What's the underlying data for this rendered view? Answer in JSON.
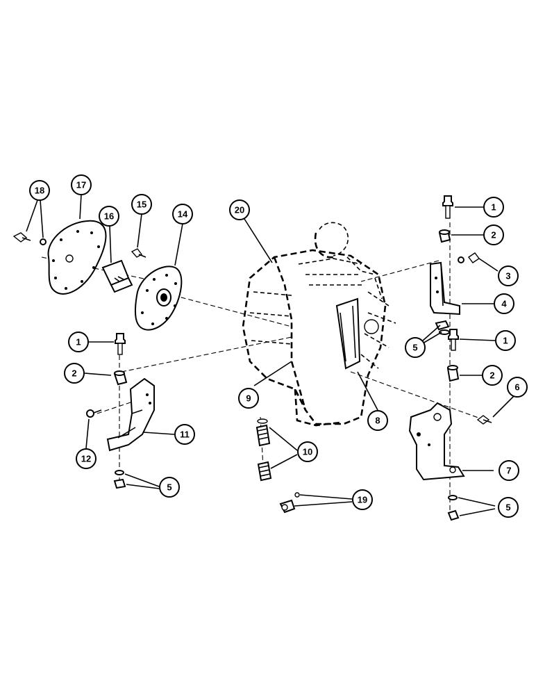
{
  "callouts": [
    {
      "label": "18"
    },
    {
      "label": "17"
    },
    {
      "label": "16"
    },
    {
      "label": "15"
    },
    {
      "label": "14"
    },
    {
      "label": "20"
    },
    {
      "label": "1"
    },
    {
      "label": "2"
    },
    {
      "label": "3"
    },
    {
      "label": "4"
    },
    {
      "label": "5"
    },
    {
      "label": "1"
    },
    {
      "label": "1"
    },
    {
      "label": "2"
    },
    {
      "label": "2"
    },
    {
      "label": "6"
    },
    {
      "label": "12"
    },
    {
      "label": "11"
    },
    {
      "label": "9"
    },
    {
      "label": "8"
    },
    {
      "label": "10"
    },
    {
      "label": "5"
    },
    {
      "label": "7"
    },
    {
      "label": "19"
    },
    {
      "label": "5"
    }
  ]
}
